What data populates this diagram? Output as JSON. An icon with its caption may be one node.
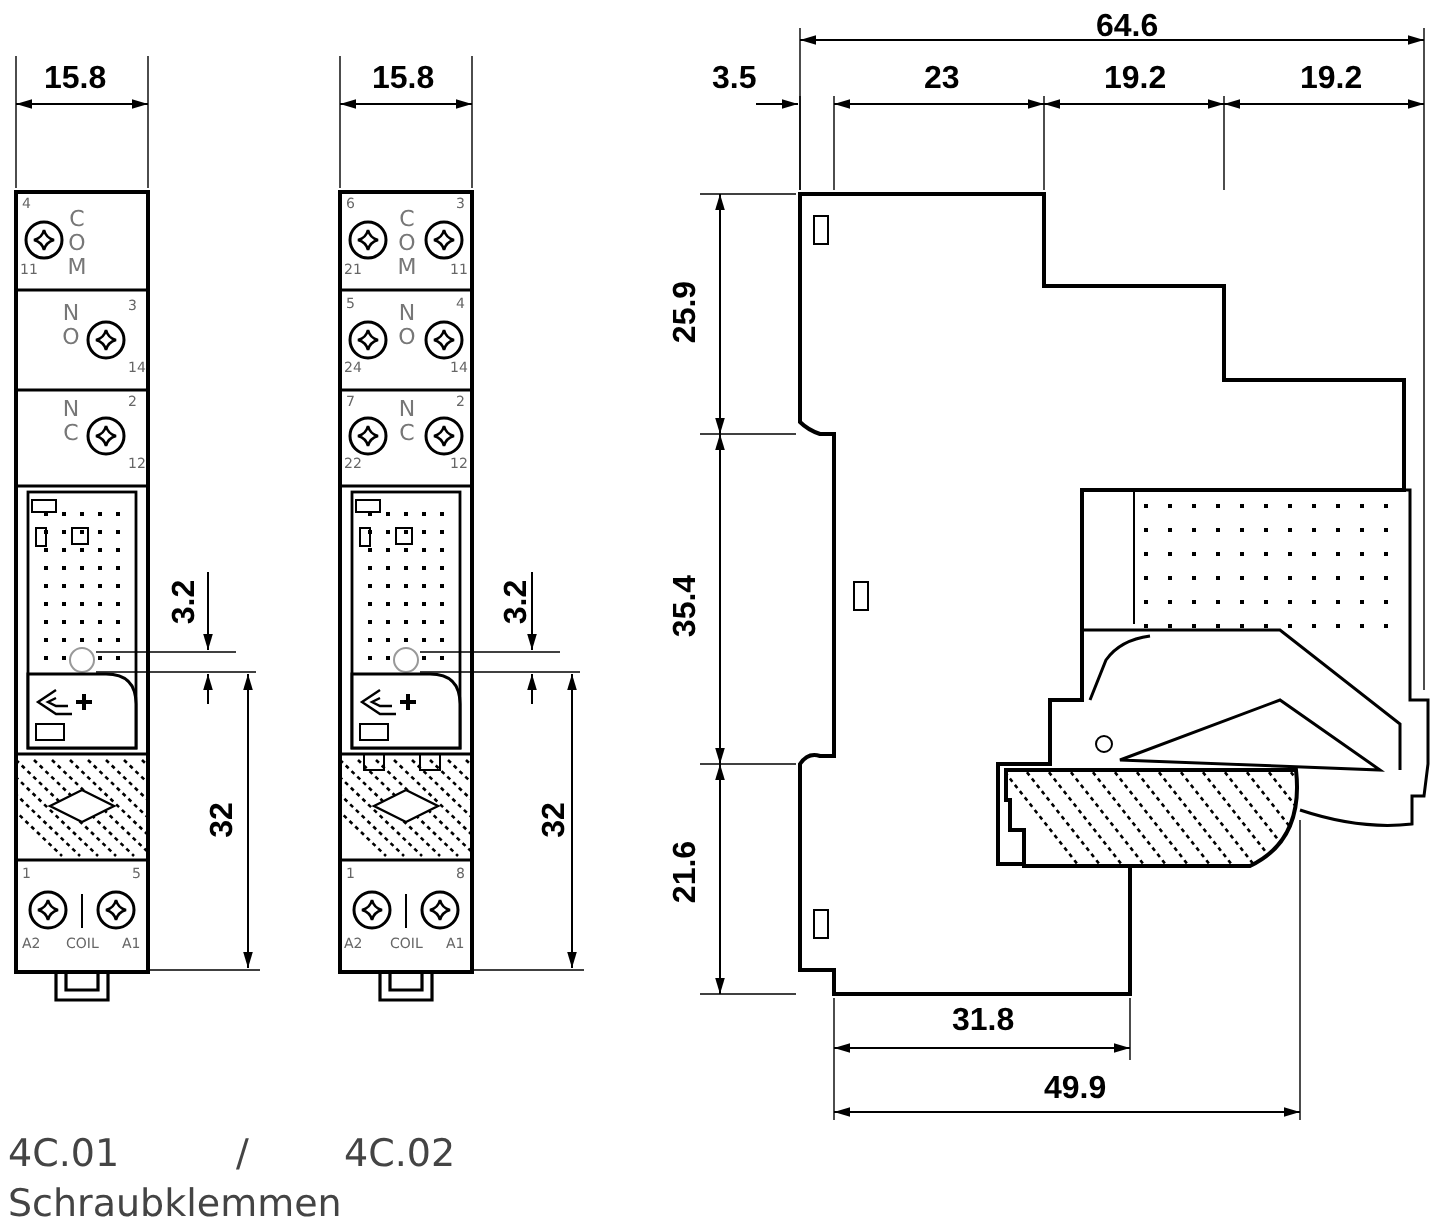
{
  "diagram": {
    "labels": [
      "64.6",
      "15.8",
      "15.8",
      "3.5",
      "23",
      "19.2",
      "19.2",
      "4",
      "COM",
      "11",
      "NO",
      "3",
      "14",
      "NC",
      "2",
      "12",
      "1",
      "5",
      "A2",
      "COIL",
      "A1",
      "6",
      "COM",
      "3",
      "21",
      "11",
      "5",
      "NO",
      "4",
      "24",
      "14",
      "7",
      "NC",
      "2",
      "22",
      "12",
      "1",
      "8",
      "A2",
      "COIL",
      "A1",
      "3.2",
      "32",
      "3.2",
      "32",
      "25.9",
      "35.4",
      "21.6",
      "31.8",
      "49.9",
      "4C.01",
      "/",
      "4C.02",
      "Schraubklemmen"
    ]
  }
}
